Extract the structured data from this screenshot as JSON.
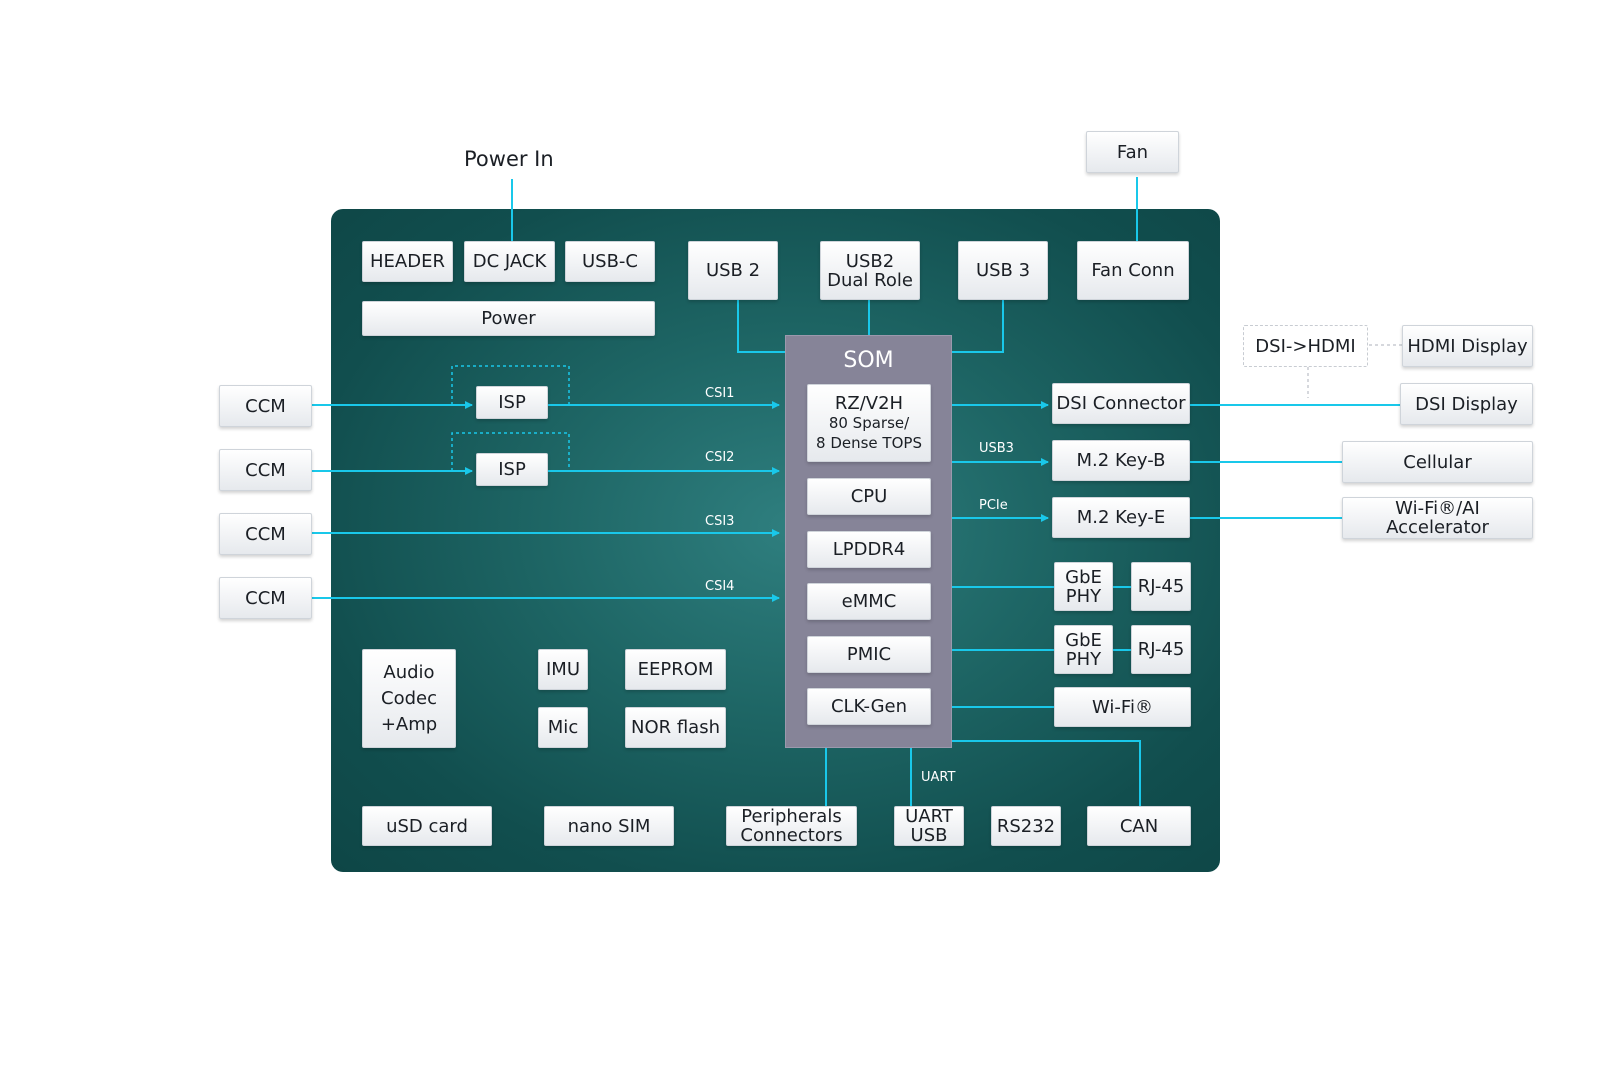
{
  "power_in_label": "Power In",
  "som": {
    "title": "SOM",
    "rz": {
      "line1": "RZ/V2H",
      "line2": "80 Sparse/",
      "line3": "8 Dense TOPS"
    },
    "cpu": "CPU",
    "lpddr4": "LPDDR4",
    "emmc": "eMMC",
    "pmic": "PMIC",
    "clkgen": "CLK-Gen"
  },
  "power": {
    "header": "HEADER",
    "dc_jack": "DC JACK",
    "usbc": "USB-C",
    "power": "Power"
  },
  "usb": {
    "usb2": "USB 2",
    "usb2_dual_1": "USB2",
    "usb2_dual_2": "Dual Role",
    "usb3": "USB 3"
  },
  "fan": {
    "fan": "Fan",
    "fan_conn": "Fan Conn"
  },
  "camera": {
    "ccm": [
      "CCM",
      "CCM",
      "CCM",
      "CCM"
    ],
    "isp": [
      "ISP",
      "ISP"
    ],
    "csi": [
      "CSI1",
      "CSI2",
      "CSI3",
      "CSI4"
    ]
  },
  "right": {
    "dsi_hdmi": "DSI->HDMI",
    "hdmi_display": "HDMI Display",
    "dsi_connector": "DSI Connector",
    "dsi_display": "DSI Display",
    "m2_key_b": "M.2 Key-B",
    "cellular": "Cellular",
    "m2_key_e": "M.2 Key-E",
    "wifi_ai": "Wi-Fi®/AI Accelerator",
    "gbe1_a": "GbE",
    "gbe1_b": "PHY",
    "gbe2_a": "GbE",
    "gbe2_b": "PHY",
    "rj45_1": "RJ-45",
    "rj45_2": "RJ-45",
    "wifi": "Wi-Fi®",
    "usb3_label": "USB3",
    "pcie_label": "PCIe"
  },
  "misc": {
    "audio_1": "Audio",
    "audio_2": "Codec",
    "audio_3": "+Amp",
    "imu": "IMU",
    "mic": "Mic",
    "eeprom": "EEPROM",
    "nor_flash": "NOR flash"
  },
  "bottom": {
    "usd_card": "uSD card",
    "nano_sim": "nano SIM",
    "periph_1": "Peripherals",
    "periph_2": "Connectors",
    "uart_usb_1": "UART",
    "uart_usb_2": "USB",
    "rs232": "RS232",
    "can": "CAN",
    "uart_label": "UART"
  },
  "colors": {
    "board": "#1e6665",
    "wire": "#19c8ea",
    "som": "#868498"
  }
}
